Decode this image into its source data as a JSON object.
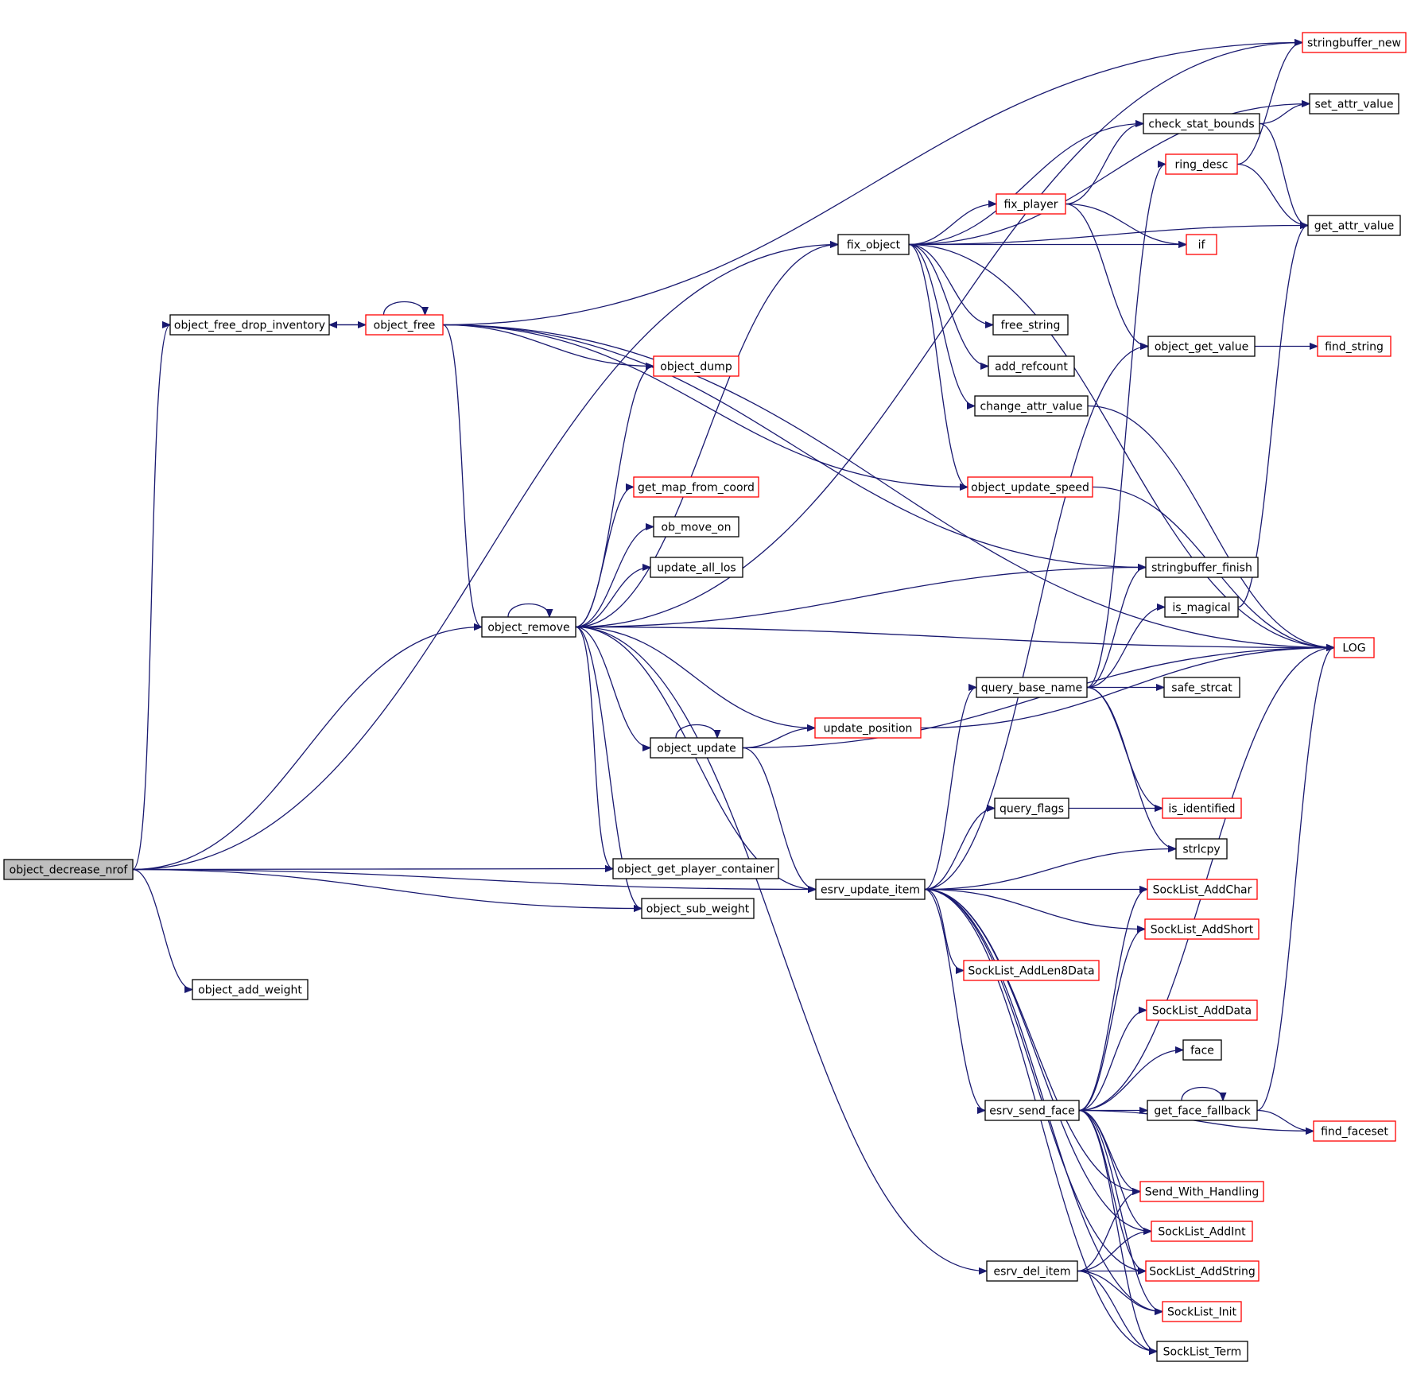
{
  "colors": {
    "edge": "#191970",
    "node_border_default": "#000000",
    "node_border_truncated": "#ff0000",
    "root_fill": "#bfbfbf",
    "node_fill": "#ffffff"
  },
  "nodes": [
    {
      "id": "object_decrease_nrof",
      "label": "object_decrease_nrof",
      "style": "root"
    },
    {
      "id": "object_free_drop_inventory",
      "label": "object_free_drop_inventory",
      "style": "normal"
    },
    {
      "id": "object_free",
      "label": "object_free",
      "style": "truncated"
    },
    {
      "id": "object_remove",
      "label": "object_remove",
      "style": "normal"
    },
    {
      "id": "object_add_weight",
      "label": "object_add_weight",
      "style": "normal"
    },
    {
      "id": "fix_object",
      "label": "fix_object",
      "style": "normal"
    },
    {
      "id": "object_dump",
      "label": "object_dump",
      "style": "truncated"
    },
    {
      "id": "get_map_from_coord",
      "label": "get_map_from_coord",
      "style": "truncated"
    },
    {
      "id": "ob_move_on",
      "label": "ob_move_on",
      "style": "normal"
    },
    {
      "id": "update_all_los",
      "label": "update_all_los",
      "style": "normal"
    },
    {
      "id": "object_update",
      "label": "object_update",
      "style": "normal"
    },
    {
      "id": "update_position",
      "label": "update_position",
      "style": "truncated"
    },
    {
      "id": "object_get_player_container",
      "label": "object_get_player_container",
      "style": "normal"
    },
    {
      "id": "object_sub_weight",
      "label": "object_sub_weight",
      "style": "normal"
    },
    {
      "id": "esrv_update_item",
      "label": "esrv_update_item",
      "style": "normal"
    },
    {
      "id": "fix_player",
      "label": "fix_player",
      "style": "truncated"
    },
    {
      "id": "free_string",
      "label": "free_string",
      "style": "normal"
    },
    {
      "id": "add_refcount",
      "label": "add_refcount",
      "style": "normal"
    },
    {
      "id": "change_attr_value",
      "label": "change_attr_value",
      "style": "normal"
    },
    {
      "id": "object_update_speed",
      "label": "object_update_speed",
      "style": "truncated"
    },
    {
      "id": "query_flags",
      "label": "query_flags",
      "style": "normal"
    },
    {
      "id": "SockList_AddLen8Data",
      "label": "SockList_AddLen8Data",
      "style": "truncated"
    },
    {
      "id": "esrv_send_face",
      "label": "esrv_send_face",
      "style": "normal"
    },
    {
      "id": "esrv_del_item",
      "label": "esrv_del_item",
      "style": "normal"
    },
    {
      "id": "query_base_name",
      "label": "query_base_name",
      "style": "normal"
    },
    {
      "id": "check_stat_bounds",
      "label": "check_stat_bounds",
      "style": "normal"
    },
    {
      "id": "ring_desc",
      "label": "ring_desc",
      "style": "truncated"
    },
    {
      "id": "if",
      "label": "if",
      "style": "truncated"
    },
    {
      "id": "object_get_value",
      "label": "object_get_value",
      "style": "normal"
    },
    {
      "id": "stringbuffer_finish",
      "label": "stringbuffer_finish",
      "style": "normal"
    },
    {
      "id": "is_magical",
      "label": "is_magical",
      "style": "normal"
    },
    {
      "id": "safe_strcat",
      "label": "safe_strcat",
      "style": "normal"
    },
    {
      "id": "is_identified",
      "label": "is_identified",
      "style": "truncated"
    },
    {
      "id": "strlcpy",
      "label": "strlcpy",
      "style": "normal"
    },
    {
      "id": "SockList_AddChar",
      "label": "SockList_AddChar",
      "style": "truncated"
    },
    {
      "id": "SockList_AddShort",
      "label": "SockList_AddShort",
      "style": "truncated"
    },
    {
      "id": "SockList_AddData",
      "label": "SockList_AddData",
      "style": "truncated"
    },
    {
      "id": "face",
      "label": "face",
      "style": "normal"
    },
    {
      "id": "get_face_fallback",
      "label": "get_face_fallback",
      "style": "normal"
    },
    {
      "id": "Send_With_Handling",
      "label": "Send_With_Handling",
      "style": "truncated"
    },
    {
      "id": "SockList_AddInt",
      "label": "SockList_AddInt",
      "style": "truncated"
    },
    {
      "id": "SockList_AddString",
      "label": "SockList_AddString",
      "style": "truncated"
    },
    {
      "id": "SockList_Init",
      "label": "SockList_Init",
      "style": "truncated"
    },
    {
      "id": "SockList_Term",
      "label": "SockList_Term",
      "style": "normal"
    },
    {
      "id": "stringbuffer_new",
      "label": "stringbuffer_new",
      "style": "truncated"
    },
    {
      "id": "set_attr_value",
      "label": "set_attr_value",
      "style": "normal"
    },
    {
      "id": "get_attr_value",
      "label": "get_attr_value",
      "style": "normal"
    },
    {
      "id": "find_string",
      "label": "find_string",
      "style": "truncated"
    },
    {
      "id": "LOG",
      "label": "LOG",
      "style": "truncated"
    },
    {
      "id": "find_faceset",
      "label": "find_faceset",
      "style": "truncated"
    }
  ],
  "edges": [
    [
      "object_decrease_nrof",
      "object_free_drop_inventory"
    ],
    [
      "object_decrease_nrof",
      "object_remove"
    ],
    [
      "object_decrease_nrof",
      "object_add_weight"
    ],
    [
      "object_decrease_nrof",
      "fix_object"
    ],
    [
      "object_decrease_nrof",
      "object_get_player_container"
    ],
    [
      "object_decrease_nrof",
      "object_sub_weight"
    ],
    [
      "object_decrease_nrof",
      "esrv_update_item"
    ],
    [
      "object_free_drop_inventory",
      "object_free"
    ],
    [
      "object_free",
      "object_free_drop_inventory"
    ],
    [
      "object_free",
      "object_free"
    ],
    [
      "object_free",
      "object_remove"
    ],
    [
      "object_free",
      "object_dump"
    ],
    [
      "object_free",
      "stringbuffer_new"
    ],
    [
      "object_free",
      "stringbuffer_finish"
    ],
    [
      "object_free",
      "object_update_speed"
    ],
    [
      "object_free",
      "LOG"
    ],
    [
      "object_remove",
      "object_remove"
    ],
    [
      "object_remove",
      "fix_object"
    ],
    [
      "object_remove",
      "object_dump"
    ],
    [
      "object_remove",
      "get_map_from_coord"
    ],
    [
      "object_remove",
      "ob_move_on"
    ],
    [
      "object_remove",
      "update_all_los"
    ],
    [
      "object_remove",
      "object_update"
    ],
    [
      "object_remove",
      "update_position"
    ],
    [
      "object_remove",
      "object_get_player_container"
    ],
    [
      "object_remove",
      "object_sub_weight"
    ],
    [
      "object_remove",
      "esrv_update_item"
    ],
    [
      "object_remove",
      "esrv_del_item"
    ],
    [
      "object_remove",
      "stringbuffer_new"
    ],
    [
      "object_remove",
      "stringbuffer_finish"
    ],
    [
      "object_remove",
      "LOG"
    ],
    [
      "object_update",
      "object_update"
    ],
    [
      "object_update",
      "update_position"
    ],
    [
      "object_update",
      "esrv_update_item"
    ],
    [
      "object_update",
      "LOG"
    ],
    [
      "update_position",
      "LOG"
    ],
    [
      "fix_object",
      "fix_player"
    ],
    [
      "fix_object",
      "if"
    ],
    [
      "fix_object",
      "free_string"
    ],
    [
      "fix_object",
      "add_refcount"
    ],
    [
      "fix_object",
      "change_attr_value"
    ],
    [
      "fix_object",
      "object_update_speed"
    ],
    [
      "fix_object",
      "check_stat_bounds"
    ],
    [
      "fix_object",
      "set_attr_value"
    ],
    [
      "fix_object",
      "get_attr_value"
    ],
    [
      "fix_object",
      "LOG"
    ],
    [
      "fix_player",
      "check_stat_bounds"
    ],
    [
      "fix_player",
      "if"
    ],
    [
      "fix_player",
      "object_get_value"
    ],
    [
      "check_stat_bounds",
      "set_attr_value"
    ],
    [
      "check_stat_bounds",
      "get_attr_value"
    ],
    [
      "ring_desc",
      "stringbuffer_new"
    ],
    [
      "ring_desc",
      "get_attr_value"
    ],
    [
      "object_get_value",
      "find_string"
    ],
    [
      "change_attr_value",
      "LOG"
    ],
    [
      "object_update_speed",
      "LOG"
    ],
    [
      "is_magical",
      "get_attr_value"
    ],
    [
      "esrv_update_item",
      "object_get_value"
    ],
    [
      "esrv_update_item",
      "query_base_name"
    ],
    [
      "esrv_update_item",
      "query_flags"
    ],
    [
      "esrv_update_item",
      "strlcpy"
    ],
    [
      "esrv_update_item",
      "SockList_AddChar"
    ],
    [
      "esrv_update_item",
      "SockList_AddShort"
    ],
    [
      "esrv_update_item",
      "SockList_AddLen8Data"
    ],
    [
      "esrv_update_item",
      "esrv_send_face"
    ],
    [
      "esrv_update_item",
      "Send_With_Handling"
    ],
    [
      "esrv_update_item",
      "SockList_AddInt"
    ],
    [
      "esrv_update_item",
      "SockList_AddString"
    ],
    [
      "esrv_update_item",
      "SockList_Init"
    ],
    [
      "esrv_update_item",
      "SockList_Term"
    ],
    [
      "query_base_name",
      "ring_desc"
    ],
    [
      "query_base_name",
      "stringbuffer_finish"
    ],
    [
      "query_base_name",
      "is_magical"
    ],
    [
      "query_base_name",
      "safe_strcat"
    ],
    [
      "query_base_name",
      "is_identified"
    ],
    [
      "query_base_name",
      "strlcpy"
    ],
    [
      "query_flags",
      "is_identified"
    ],
    [
      "esrv_send_face",
      "SockList_AddChar"
    ],
    [
      "esrv_send_face",
      "SockList_AddShort"
    ],
    [
      "esrv_send_face",
      "SockList_AddData"
    ],
    [
      "esrv_send_face",
      "face"
    ],
    [
      "esrv_send_face",
      "get_face_fallback"
    ],
    [
      "esrv_send_face",
      "find_faceset"
    ],
    [
      "esrv_send_face",
      "Send_With_Handling"
    ],
    [
      "esrv_send_face",
      "SockList_AddInt"
    ],
    [
      "esrv_send_face",
      "SockList_AddString"
    ],
    [
      "esrv_send_face",
      "SockList_Init"
    ],
    [
      "esrv_send_face",
      "SockList_Term"
    ],
    [
      "esrv_send_face",
      "LOG"
    ],
    [
      "get_face_fallback",
      "get_face_fallback"
    ],
    [
      "get_face_fallback",
      "find_faceset"
    ],
    [
      "get_face_fallback",
      "LOG"
    ],
    [
      "esrv_del_item",
      "Send_With_Handling"
    ],
    [
      "esrv_del_item",
      "SockList_AddInt"
    ],
    [
      "esrv_del_item",
      "SockList_AddString"
    ],
    [
      "esrv_del_item",
      "SockList_Init"
    ],
    [
      "esrv_del_item",
      "SockList_Term"
    ]
  ]
}
